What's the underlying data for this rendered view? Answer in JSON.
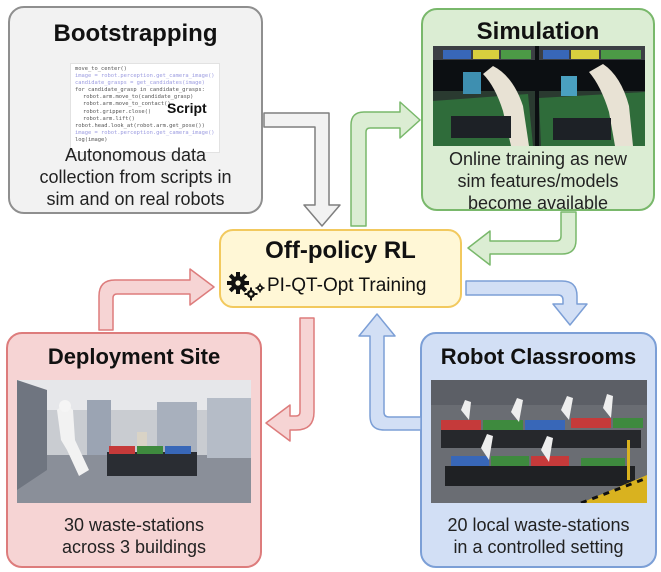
{
  "bootstrapping": {
    "title": "Bootstrapping",
    "code_lines": [
      "move_to_center()",
      "image = robot.perception.get_camera_image()",
      "candidate_grasps = get_candidates(image)",
      "for candidate_grasp in candidate_grasps:",
      "robot.arm.move_to(candidate_grasp)",
      "robot.arm.move_to_contact()",
      "robot.gripper.close()",
      "robot.arm.lift()",
      "robot.head.look_at(robot.arm.get_pose())",
      "image = robot.perception.get_camera_image()",
      "log(image)"
    ],
    "script_label": "Script",
    "caption": [
      "Autonomous data",
      "collection from scripts in",
      "sim and on real robots"
    ]
  },
  "simulation": {
    "title": "Simulation",
    "caption": [
      "Online training as new",
      "sim features/models",
      "become available"
    ]
  },
  "center": {
    "title": "Off-policy RL",
    "subtitle": "PI-QT-Opt Training"
  },
  "deployment": {
    "title": "Deployment Site",
    "caption": [
      "30 waste-stations",
      "across 3 buildings"
    ]
  },
  "classrooms": {
    "title": "Robot Classrooms",
    "caption": [
      "20 local waste-stations",
      "in a controlled setting"
    ]
  },
  "colors": {
    "gray": "#f2f2f2",
    "green": "#dbedd3",
    "yellow": "#fff6d5",
    "red": "#f6d4d4",
    "blue": "#d2dff5"
  }
}
